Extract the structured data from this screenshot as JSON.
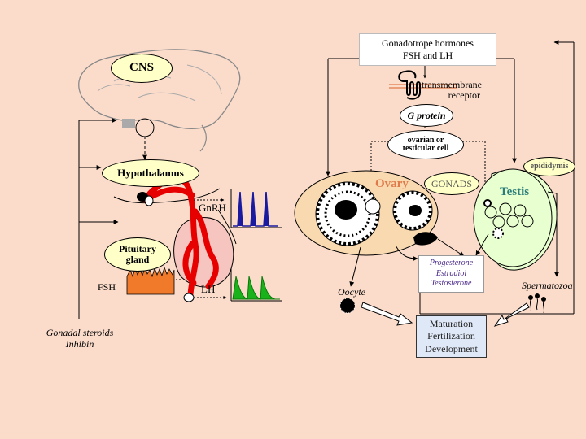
{
  "labels": {
    "cns": "CNS",
    "hypothalamus": "Hypothalamus",
    "pituitary_line1": "Pituitary",
    "pituitary_line2": "gland",
    "gnrh": "GnRH",
    "fsh": "FSH",
    "lh": "LH",
    "gonadal_line1": "Gonadal steroids",
    "gonadal_line2": "Inhibin",
    "gonadotrope_line1": "Gonadotrope hormones",
    "gonadotrope_line2": "FSH and LH",
    "transmembrane_line1": "transmembrane",
    "transmembrane_line2": "receptor",
    "g_protein": "G protein",
    "cell_line1": "ovarian or",
    "cell_line2": "testicular cell",
    "ovary": "Ovary",
    "gonads": "GONADS",
    "testis": "Testis",
    "epididymis": "epididymis",
    "steroid_line1": "Progesterone",
    "steroid_line2": "Estradiol",
    "steroid_line3": "Testosterone",
    "oocyte": "Oocyte",
    "spermatozoa": "Spermatozoa",
    "outcome_line1": "Maturation",
    "outcome_line2": "Fertilization",
    "outcome_line3": "Development"
  },
  "colors": {
    "background": "#fbdccb",
    "label_oval": "#ffffc8",
    "ovary": "#f9d9b0",
    "ovary_label": "#e07a4a",
    "testis": "#e8ffd0",
    "testis_label": "#2a7d7a",
    "pituitary": "#f7c5bf",
    "blood_vessels": "#e60000",
    "gnrh_pulse": "#1a1aa0",
    "lh_pulse": "#1ab21a",
    "fsh_profile": "#f07a2a",
    "steroids_text": "#4b2a8a",
    "outcome_box": "#dfe8f7"
  }
}
